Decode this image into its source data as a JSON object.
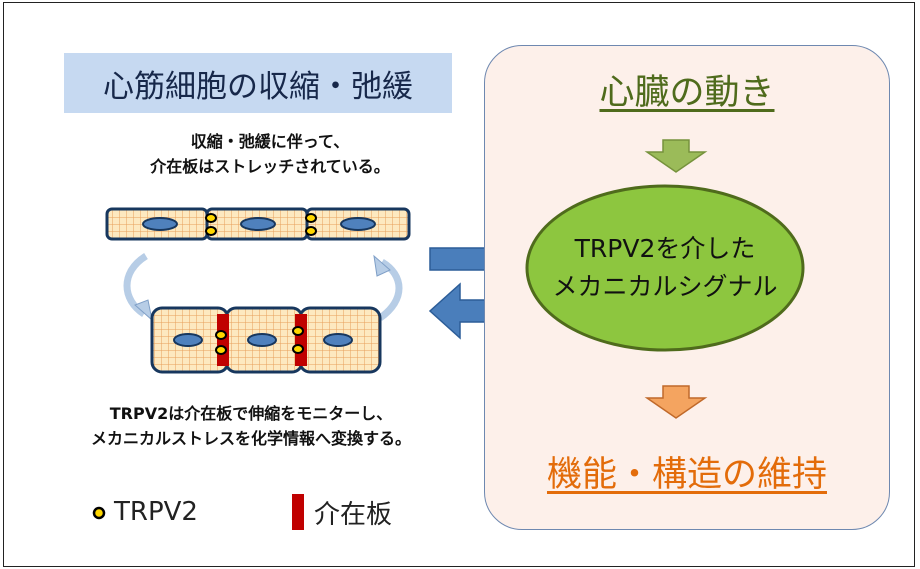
{
  "left": {
    "title": "心筋細胞の収縮・弛緩",
    "caption_top": [
      "収縮・弛緩に伴って、",
      "介在板はストレッチされている。"
    ],
    "caption_bottom": [
      "TRPV2は介在板で伸縮をモニターし、",
      "メカニカルストレスを化学情報へ変換する。"
    ],
    "legend": {
      "trpv2_label": "TRPV2",
      "disc_label": "介在板"
    }
  },
  "right": {
    "top_label": "心臓の動き",
    "center_label": [
      "TRPV2を介した",
      "メカニカルシグナル"
    ],
    "bottom_label": "機能・構造の維持"
  },
  "colors": {
    "title_bg": "#c6d9f1",
    "panel_bg": "#fdf0ea",
    "ellipse_fill": "#8dc63f",
    "arrow_green": "#9bbb59",
    "arrow_orange": "#f4a460",
    "arrow_blue": "#4a7ebb",
    "disc_red": "#c00000",
    "trpv2_yellow": "#ffd700"
  }
}
